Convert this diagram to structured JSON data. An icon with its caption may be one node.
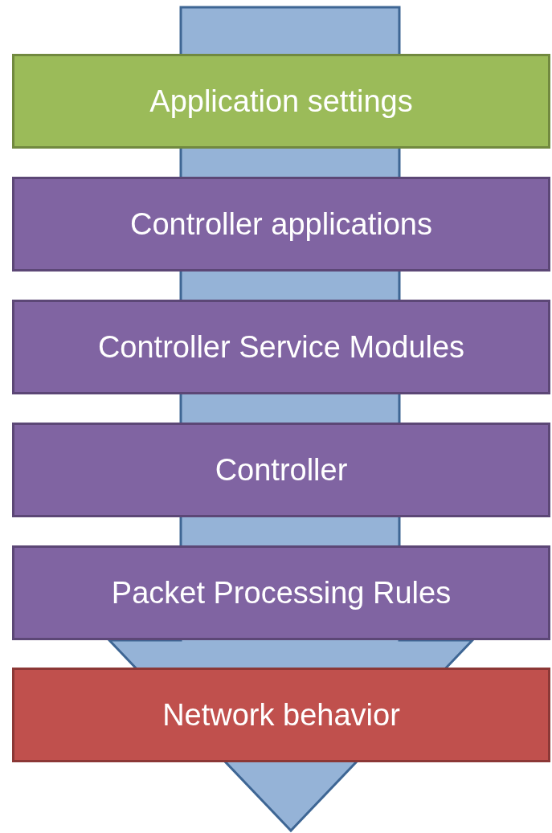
{
  "diagram": {
    "nodes": [
      {
        "text": [
          "Application settings"
        ]
      },
      {
        "text": [
          "Controller applications"
        ]
      },
      {
        "text": [
          "Controller Service Modules"
        ]
      },
      {
        "text": [
          "Controller"
        ]
      },
      {
        "text": [
          "Packet Processing Rules"
        ]
      },
      {
        "text": [
          "Network behavior"
        ]
      }
    ]
  }
}
